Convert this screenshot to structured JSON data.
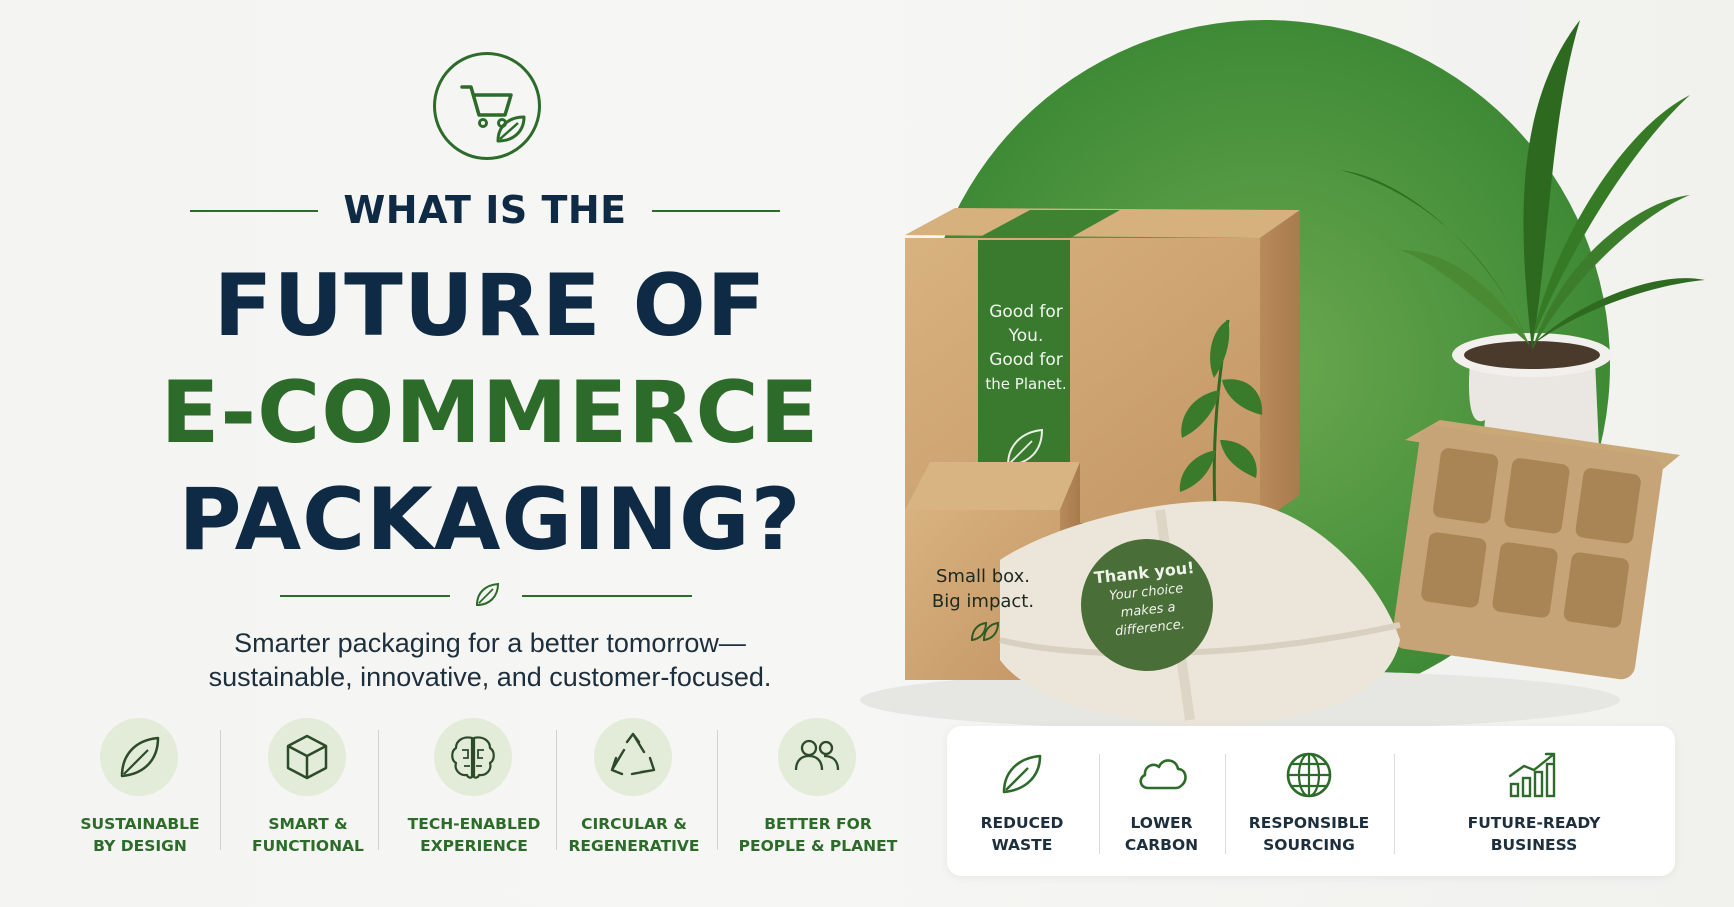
{
  "heading": {
    "line0": "WHAT IS THE",
    "line1": "FUTURE OF",
    "line2": "E-COMMERCE",
    "line3": "PACKAGING?"
  },
  "subtitle": {
    "line1": "Smarter packaging for a better tomorrow—",
    "line2": "sustainable, innovative, and customer-focused."
  },
  "features": [
    {
      "icon": "leaf-icon",
      "line1": "SUSTAINABLE",
      "line2": "BY DESIGN"
    },
    {
      "icon": "cube-icon",
      "line1": "SMART &",
      "line2": "FUNCTIONAL"
    },
    {
      "icon": "brain-icon",
      "line1": "TECH-ENABLED",
      "line2": "EXPERIENCE"
    },
    {
      "icon": "recycle-icon",
      "line1": "CIRCULAR &",
      "line2": "REGENERATIVE"
    },
    {
      "icon": "people-icon",
      "line1": "BETTER FOR",
      "line2": "PEOPLE & PLANET"
    }
  ],
  "benefits": [
    {
      "icon": "leaf-icon",
      "line1": "REDUCED",
      "line2": "WASTE"
    },
    {
      "icon": "cloud-icon",
      "line1": "LOWER",
      "line2": "CARBON"
    },
    {
      "icon": "globe-icon",
      "line1": "RESPONSIBLE",
      "line2": "SOURCING"
    },
    {
      "icon": "growth-chart-icon",
      "line1": "FUTURE-READY",
      "line2": "BUSINESS"
    }
  ],
  "packaging": {
    "big_box_band": [
      "Good for",
      "You.",
      "Good for",
      "the Planet."
    ],
    "small_box": [
      "Small box.",
      "Big impact."
    ],
    "sticker": [
      "Thank you!",
      "Your choice",
      "makes a",
      "difference."
    ]
  },
  "colors": {
    "primary_green": "#2d6b2a",
    "navy": "#0f2a44",
    "kraft": "#c9a06f",
    "background": "#f4f4f2"
  },
  "badge_icon": "cart-leaf-icon"
}
